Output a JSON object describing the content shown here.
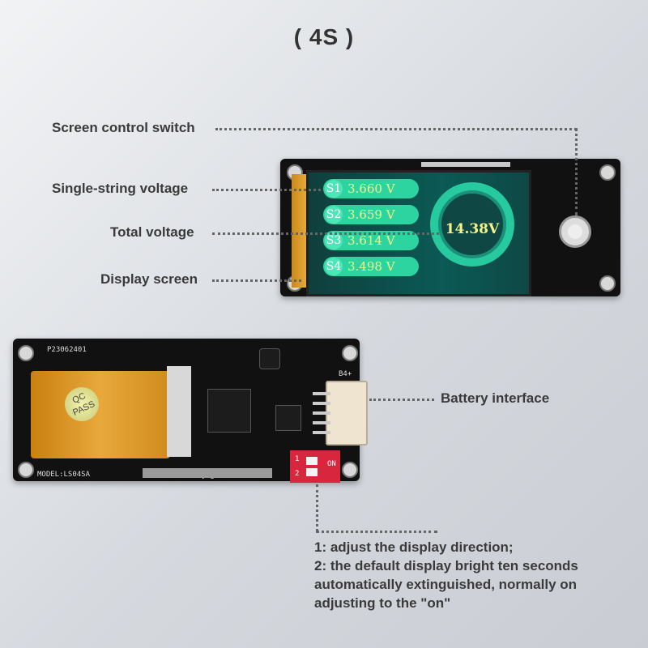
{
  "title": "( 4S )",
  "labels": {
    "screen_switch": "Screen control switch",
    "single_voltage": "Single-string voltage",
    "total_voltage": "Total voltage",
    "display_screen": "Display screen",
    "battery_interface": "Battery interface"
  },
  "display": {
    "cells": [
      {
        "name": "S1",
        "value": "3.660 V"
      },
      {
        "name": "S2",
        "value": "3.659 V"
      },
      {
        "name": "S3",
        "value": "3.614 V"
      },
      {
        "name": "S4",
        "value": "3.498 V"
      }
    ],
    "total": "14.38V"
  },
  "silkscreen": {
    "board_id": "P23062401",
    "model": "MODEL:LS04SA",
    "connector": "B4+",
    "qc": "QC PASS",
    "dip_on": "ON",
    "dip_1": "1",
    "dip_2": "2",
    "pin_label": "V G"
  },
  "description": [
    "1: adjust the display direction;",
    "2: the default display bright ten seconds",
    "automatically extinguished, normally on",
    "adjusting to the \"on\""
  ],
  "colors": {
    "cell_bg": "#2dd4a0",
    "value_text": "#f4f48a",
    "screen_bg": "#0b5a55",
    "dip_switch": "#d7263d"
  }
}
